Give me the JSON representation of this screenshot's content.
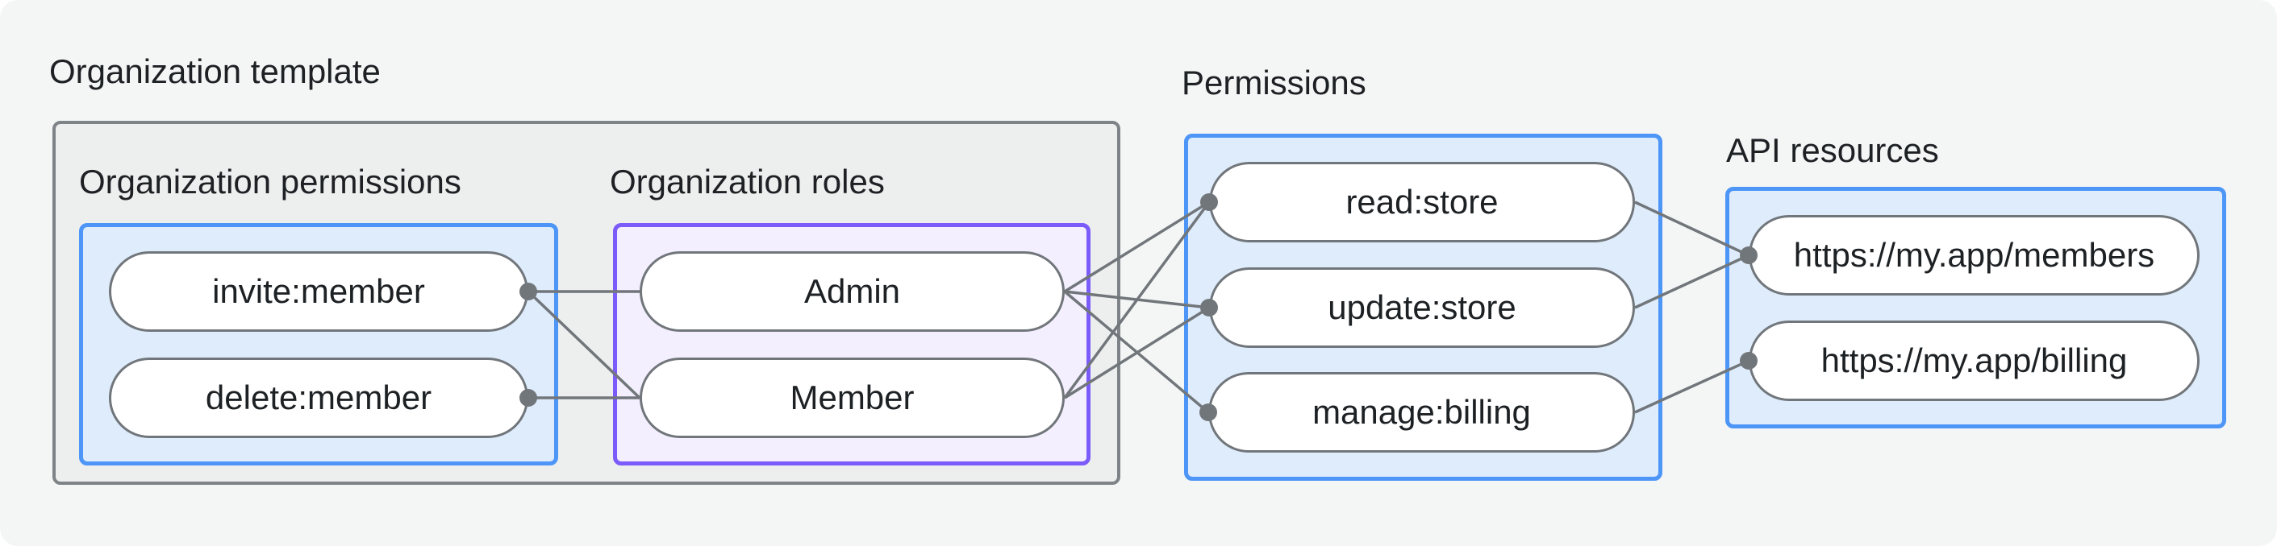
{
  "diagram": {
    "labels": {
      "org_template": "Organization template",
      "org_permissions": "Organization permissions",
      "org_roles": "Organization roles",
      "permissions": "Permissions",
      "api_resources": "API resources"
    },
    "nodes": [
      {
        "id": "invite_member",
        "label": "invite:member",
        "group": "org_permissions"
      },
      {
        "id": "delete_member",
        "label": "delete:member",
        "group": "org_permissions"
      },
      {
        "id": "admin",
        "label": "Admin",
        "group": "org_roles"
      },
      {
        "id": "member",
        "label": "Member",
        "group": "org_roles"
      },
      {
        "id": "read_store",
        "label": "read:store",
        "group": "permissions"
      },
      {
        "id": "update_store",
        "label": "update:store",
        "group": "permissions"
      },
      {
        "id": "manage_billing",
        "label": "manage:billing",
        "group": "permissions"
      },
      {
        "id": "api_members",
        "label": "https://my.app/members",
        "group": "api_resources"
      },
      {
        "id": "api_billing",
        "label": "https://my.app/billing",
        "group": "api_resources"
      }
    ],
    "edges": [
      {
        "from": "invite_member",
        "to": "admin"
      },
      {
        "from": "invite_member",
        "to": "member"
      },
      {
        "from": "delete_member",
        "to": "member"
      },
      {
        "from": "admin",
        "to": "read_store"
      },
      {
        "from": "admin",
        "to": "update_store"
      },
      {
        "from": "admin",
        "to": "manage_billing"
      },
      {
        "from": "member",
        "to": "read_store"
      },
      {
        "from": "member",
        "to": "update_store"
      },
      {
        "from": "read_store",
        "to": "api_members"
      },
      {
        "from": "update_store",
        "to": "api_members"
      },
      {
        "from": "manage_billing",
        "to": "api_billing"
      }
    ],
    "dots": [
      {
        "node": "invite_member",
        "side": "right"
      },
      {
        "node": "delete_member",
        "side": "right"
      },
      {
        "node": "read_store",
        "side": "left"
      },
      {
        "node": "update_store",
        "side": "left"
      },
      {
        "node": "manage_billing",
        "side": "left"
      },
      {
        "node": "api_members",
        "side": "left"
      },
      {
        "node": "api_billing",
        "side": "left"
      }
    ],
    "colors": {
      "background": "#F4F6F6",
      "container_fill": "#EDEEEE",
      "container_border": "#7E8387",
      "fill_blue": "#DFECFC",
      "accent_blue": "#4D96F7",
      "fill_purple": "#F3EFFE",
      "accent_purple": "#7B5CFB",
      "node_border": "#71767B",
      "connector": "#71767B",
      "text": "#1D2124"
    }
  }
}
